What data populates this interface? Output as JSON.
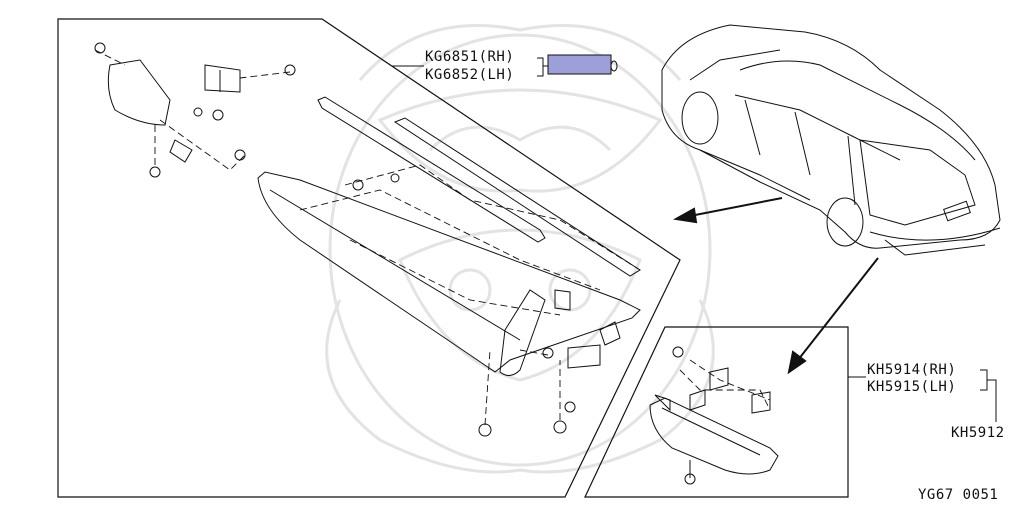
{
  "parts": {
    "side_sill_rh": "KG6851(RH)",
    "side_sill_lh": "KG6852(LH)",
    "side_sill_marker": "0",
    "rear_corner_rh": "KH5914(RH)",
    "rear_corner_lh": "KH5915(LH)",
    "rear_set": "KH5912"
  },
  "diagram_code": "YG67 0051",
  "colors": {
    "line": "#111111",
    "highlight": "#9d9fd8",
    "watermark": "#e3e3e3"
  }
}
